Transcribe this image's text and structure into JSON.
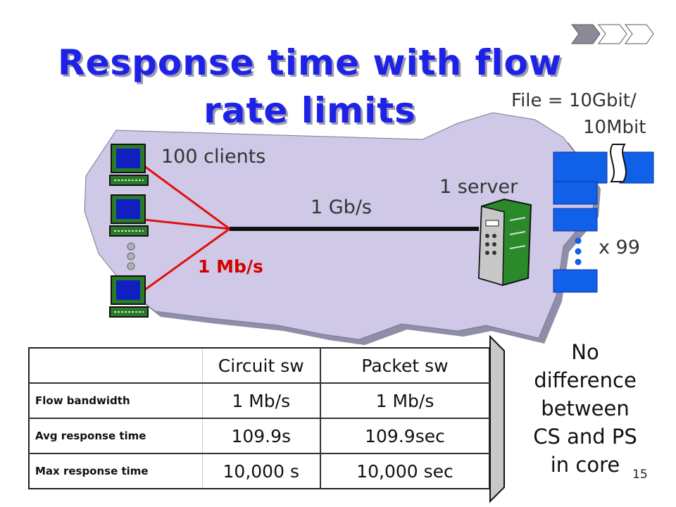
{
  "title_line1": "Response time with flow",
  "title_line2": "rate limits",
  "labels": {
    "clients": "100 clients",
    "server": "1 server",
    "core_link": "1 Gb/s",
    "access_link": "1 Mb/s",
    "file_line1": "File = 10Gbit/",
    "file_line2": "10Mbit",
    "multiplier": "x 99"
  },
  "table": {
    "headers": [
      "",
      "Circuit sw",
      "Packet sw"
    ],
    "rows": [
      {
        "label": "Flow bandwidth",
        "circuit": "1 Mb/s",
        "packet": "1 Mb/s"
      },
      {
        "label": "Avg response time",
        "circuit": "109.9s",
        "packet": "109.9sec"
      },
      {
        "label": "Max response time",
        "circuit": "10,000  s",
        "packet": "10,000  sec"
      }
    ]
  },
  "conclusion": [
    "No",
    "difference",
    "between",
    "CS and PS",
    "in core"
  ],
  "page_number": "15",
  "colors": {
    "title": "#1e22e6",
    "map": "#cfc8e6",
    "access_link": "#e01010",
    "file_block": "#1060e8"
  }
}
